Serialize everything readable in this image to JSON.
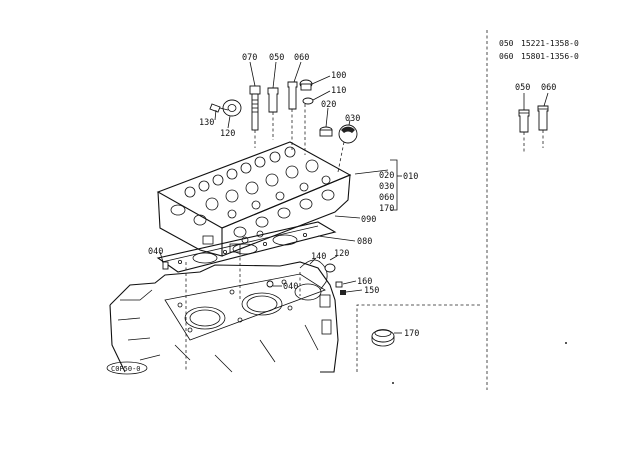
{
  "callouts": {
    "c070": "070",
    "c050": "050",
    "c060": "060",
    "c100": "100",
    "c110": "110",
    "c020_top": "020",
    "c030": "030",
    "c130": "130",
    "c120_left": "120",
    "c010": "010",
    "c020_right": "020",
    "c030_right": "030",
    "c060_right": "060",
    "c170_right": "170",
    "c090": "090",
    "c080": "080",
    "c120_lower": "120",
    "c040_left": "040",
    "c140": "140",
    "c040_mid": "040",
    "c160": "160",
    "c150": "150",
    "c170_lower": "170"
  },
  "parts_reference": {
    "rows": [
      {
        "ref": "050",
        "part_no": "15221-1358-0"
      },
      {
        "ref": "060",
        "part_no": "15801-1356-0"
      }
    ],
    "detail_050": "050",
    "detail_060": "060"
  },
  "stamp": "C0F50-0"
}
